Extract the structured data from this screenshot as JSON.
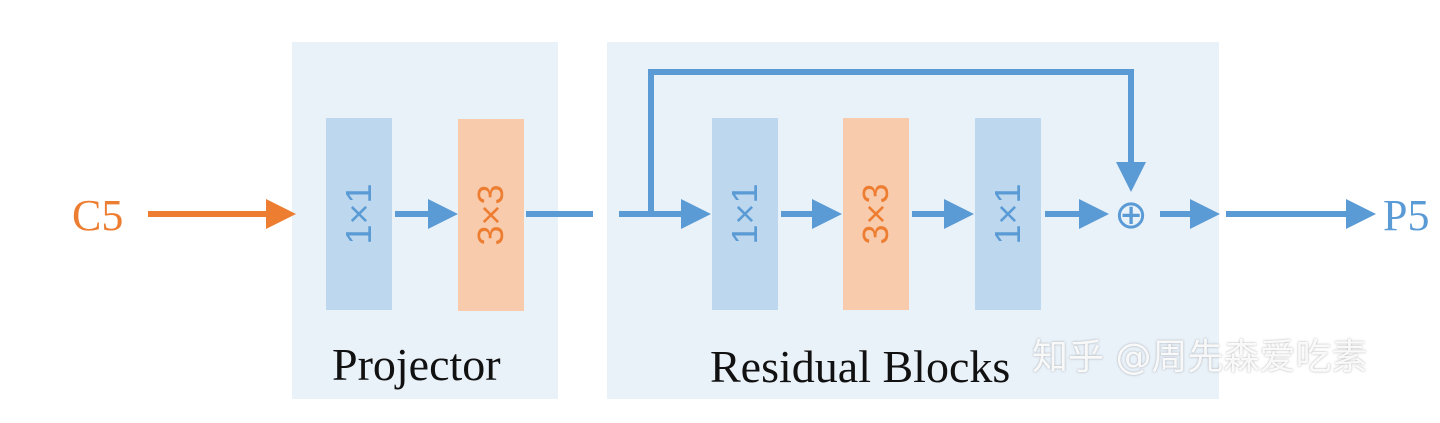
{
  "input": {
    "label": "C5",
    "color": "#ed7d31"
  },
  "output": {
    "label": "P5",
    "color": "#5b9bd5"
  },
  "colors": {
    "arrow": "#5b9bd5",
    "block_1x1": "#bdd7ee",
    "block_3x3": "#f8cbad",
    "label_1x1": "#5b9bd5",
    "label_3x3": "#ed7d31",
    "panel": "#e9f1f9"
  },
  "projector": {
    "title": "Projector",
    "blocks": [
      {
        "label": "1×1"
      },
      {
        "label": "3×3"
      }
    ]
  },
  "residual": {
    "title": "Residual Blocks",
    "blocks": [
      {
        "label": "1×1"
      },
      {
        "label": "3×3"
      },
      {
        "label": "1×1"
      }
    ],
    "sum_symbol": "⊕"
  },
  "watermark": "知乎 @周先森爱吃素"
}
